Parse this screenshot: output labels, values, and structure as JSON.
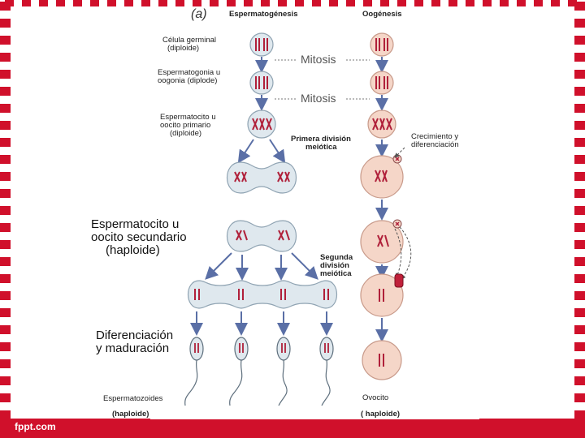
{
  "theme": {
    "frame": "#d0102b",
    "arrow": "#5a6fa6",
    "cell_fill": "#dfe8ee",
    "cell_stroke": "#8fa3b2",
    "oocyte_fill": "#f5d6c8",
    "chromosome": "#b0203a"
  },
  "panel_letter": "(a)",
  "columns": {
    "left": "Espermatogénesis",
    "right": "Oogénesis"
  },
  "stages": {
    "germ_cell": {
      "line1": "Célula germinal",
      "line2": "(diploide)"
    },
    "gonia": {
      "line1": "Espermatogonia u",
      "line2": "oogonia (diplode)"
    },
    "primary": {
      "line1": "Espermatocito u",
      "line2": "oocito primario",
      "line3": "(diploide)"
    },
    "secondary": {
      "line1": "Espermatocito u",
      "line2": "oocito secundario",
      "line3": "(haploide)"
    },
    "differentiation": {
      "line1": "Diferenciación",
      "line2": "y maduración"
    }
  },
  "processes": {
    "mitosis_1": "Mitosis",
    "mitosis_2": "Mitosis",
    "meiosis_1": {
      "line1": "Primera división",
      "line2": "meiótica"
    },
    "meiosis_2": {
      "line1": "Segunda",
      "line2": "división",
      "line3": "meiótica"
    },
    "growth": {
      "line1": "Crecimiento y",
      "line2": "diferenciación"
    }
  },
  "outputs": {
    "sperm": {
      "label": "Espermatozoides",
      "ploidy": "(haploide)"
    },
    "ovum": {
      "label": "Ovocito",
      "ploidy": "( haploide)"
    }
  },
  "watermark": "fppt.com"
}
